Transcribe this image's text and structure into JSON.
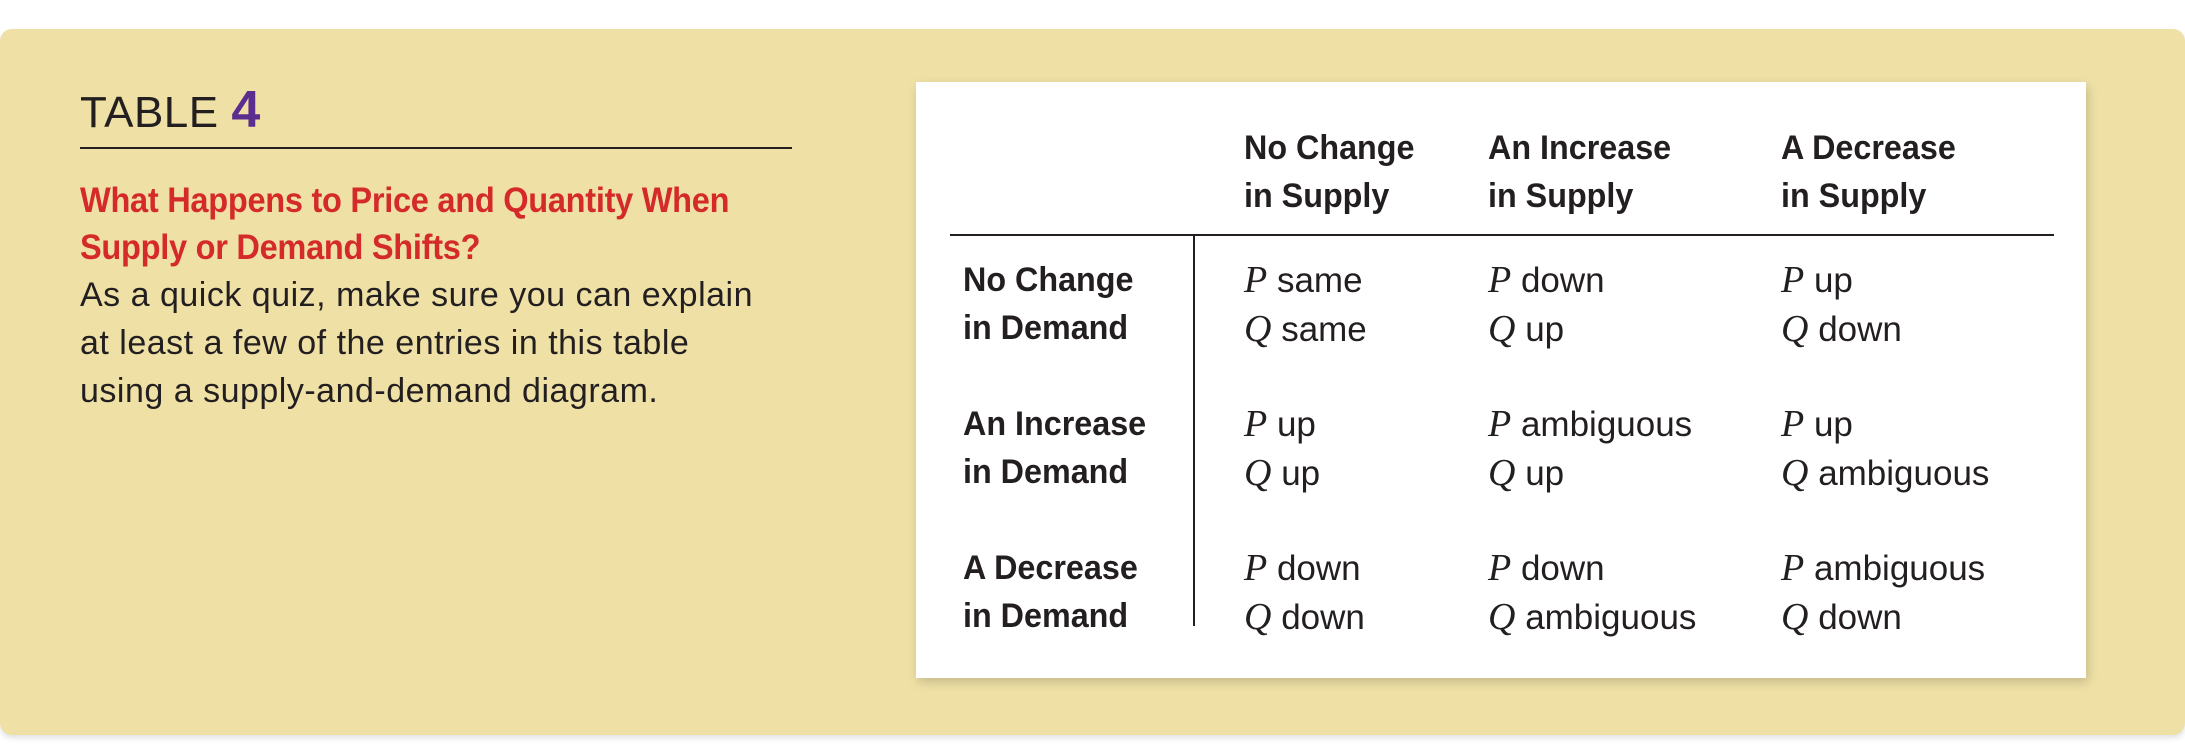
{
  "table_label": "TABLE",
  "table_number": "4",
  "subtitle_line1": "What Happens to Price and Quantity When",
  "subtitle_line2": "Supply or Demand Shifts?",
  "description_lines": [
    "As a quick quiz, make sure you can explain",
    "at least a few of the entries in this table",
    "using a supply-and-demand diagram."
  ],
  "columns": [
    {
      "line1": "No Change",
      "line2": "in Supply"
    },
    {
      "line1": "An Increase",
      "line2": "in Supply"
    },
    {
      "line1": "A Decrease",
      "line2": "in Supply"
    }
  ],
  "rows": [
    {
      "line1": "No Change",
      "line2": "in Demand",
      "cells": [
        {
          "p_sym": "P",
          "p": "same",
          "q_sym": "Q",
          "q": "same"
        },
        {
          "p_sym": "P",
          "p": "down",
          "q_sym": "Q",
          "q": "up"
        },
        {
          "p_sym": "P",
          "p": "up",
          "q_sym": "Q",
          "q": "down"
        }
      ]
    },
    {
      "line1": "An Increase",
      "line2": "in Demand",
      "cells": [
        {
          "p_sym": "P",
          "p": "up",
          "q_sym": "Q",
          "q": "up"
        },
        {
          "p_sym": "P",
          "p": "ambiguous",
          "q_sym": "Q",
          "q": "up"
        },
        {
          "p_sym": "P",
          "p": "up",
          "q_sym": "Q",
          "q": "ambiguous"
        }
      ]
    },
    {
      "line1": "A Decrease",
      "line2": "in Demand",
      "cells": [
        {
          "p_sym": "P",
          "p": "down",
          "q_sym": "Q",
          "q": "down"
        },
        {
          "p_sym": "P",
          "p": "down",
          "q_sym": "Q",
          "q": "ambiguous"
        },
        {
          "p_sym": "P",
          "p": "ambiguous",
          "q_sym": "Q",
          "q": "down"
        }
      ]
    }
  ],
  "colors": {
    "panel_background": "#efe1a6",
    "subtitle": "#d42a2a",
    "table_number": "#5b2d8e",
    "text": "#231f20"
  }
}
